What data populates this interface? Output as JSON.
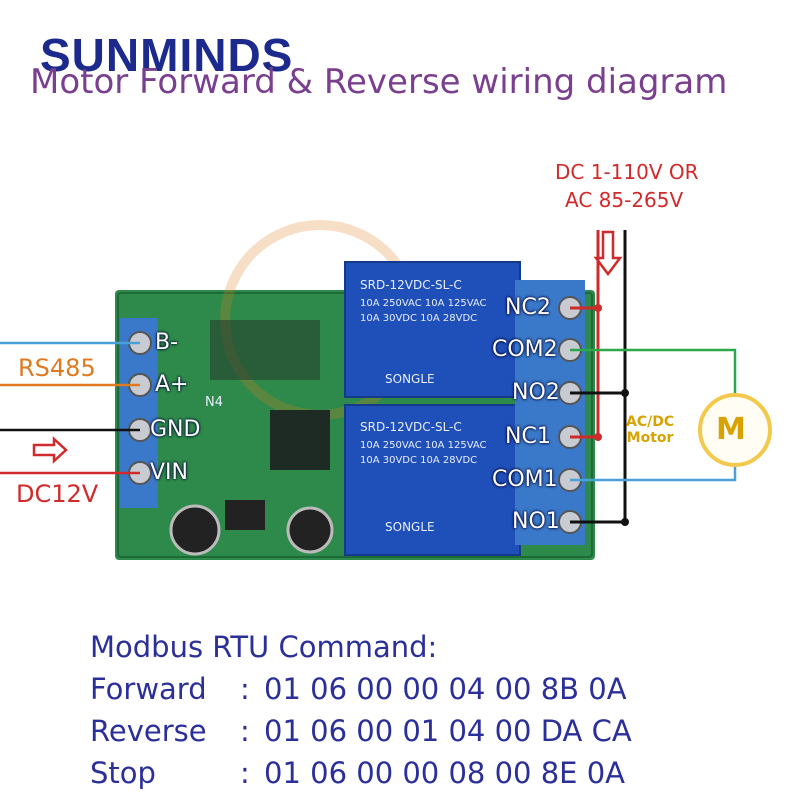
{
  "brand": "SUNMINDS",
  "title": "Motor Forward & Reverse wiring diagram",
  "supply": {
    "line1": "DC 1-110V OR",
    "line2": "AC 85-265V"
  },
  "inputs": {
    "rs485": "RS485",
    "dc12v": "DC12V"
  },
  "terminals_left": [
    "B-",
    "A+",
    "GND",
    "VIN"
  ],
  "terminals_right": [
    "NC2",
    "COM2",
    "NO2",
    "NC1",
    "COM1",
    "NO1"
  ],
  "relay_text": {
    "model": "SRD-12VDC-SL-C",
    "brand": "SONGLE",
    "rating1": "10A 250VAC 10A 125VAC",
    "rating2": "10A 30VDC 10A 28VDC"
  },
  "board_label": "N4",
  "motor": {
    "label_line1": "AC/DC",
    "label_line2": "Motor",
    "symbol": "M"
  },
  "commands": {
    "header": "Modbus RTU Command:",
    "rows": [
      {
        "name": "Forward",
        "colon": ":",
        "code": "01 06 00 00 04 00 8B 0A"
      },
      {
        "name": "Reverse",
        "colon": ":",
        "code": "01 06 00 01 04 00 DA CA"
      },
      {
        "name": "Stop",
        "colon": ":",
        "code": "01 06 00 00 08 00 8E 0A"
      }
    ]
  },
  "colors": {
    "board": "#2e8a4a",
    "relay": "#1f4fb8",
    "wire_red": "#d12a2a",
    "wire_green": "#2aa84a",
    "wire_blue": "#4aa0d8",
    "wire_orange": "#e07a20",
    "motor": "#f2c94c",
    "text_blue": "#2b2f99"
  }
}
